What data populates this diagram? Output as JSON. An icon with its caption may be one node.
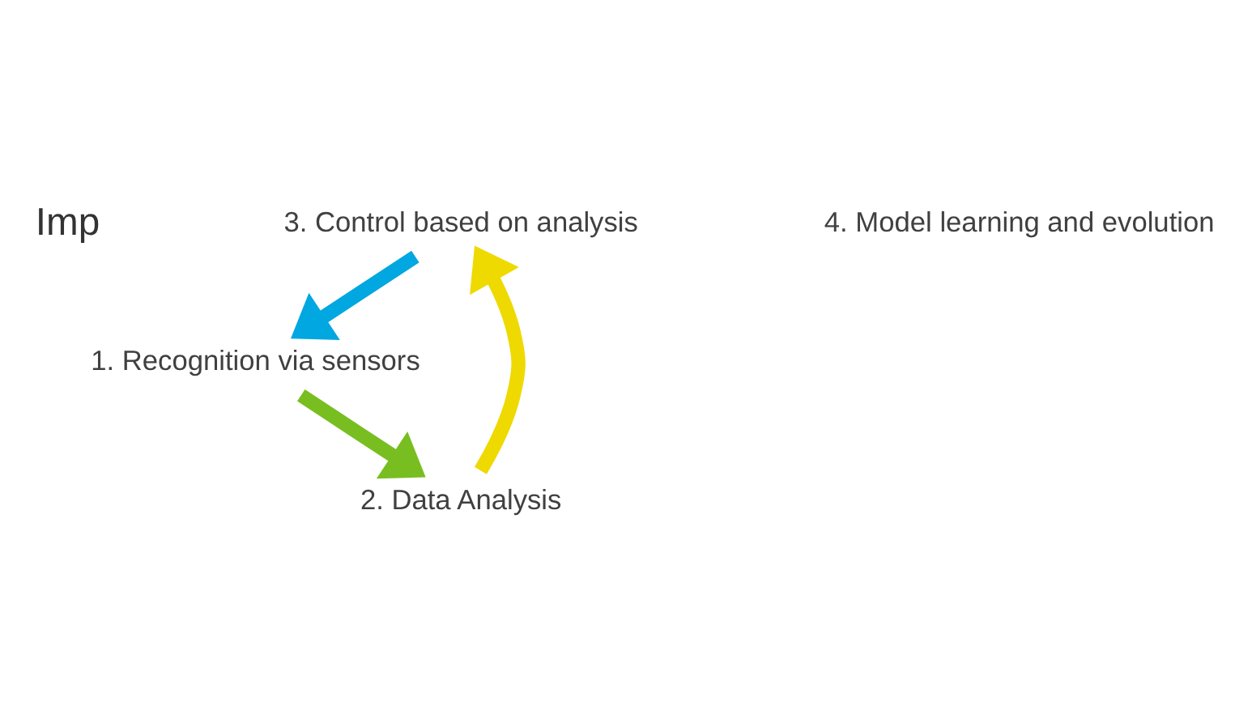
{
  "diagram": {
    "nodes": [
      {
        "text": [
          "3. Control based on analysis"
        ]
      },
      {
        "text": [
          "1. Recognition via sensors"
        ]
      },
      {
        "text": [
          "4. Model learning and evolution"
        ]
      },
      {
        "text": [
          "2. Data Analysis"
        ]
      }
    ],
    "edges": [
      {
        "from": 1,
        "to": 3,
        "arrow": "to",
        "color": "#78be20"
      },
      {
        "from": 3,
        "to": 0,
        "arrow": "to",
        "color": "#eed900"
      },
      {
        "from": 0,
        "to": 1,
        "arrow": "to",
        "color": "#00a7e1"
      }
    ],
    "labels": [
      "Imp"
    ]
  }
}
